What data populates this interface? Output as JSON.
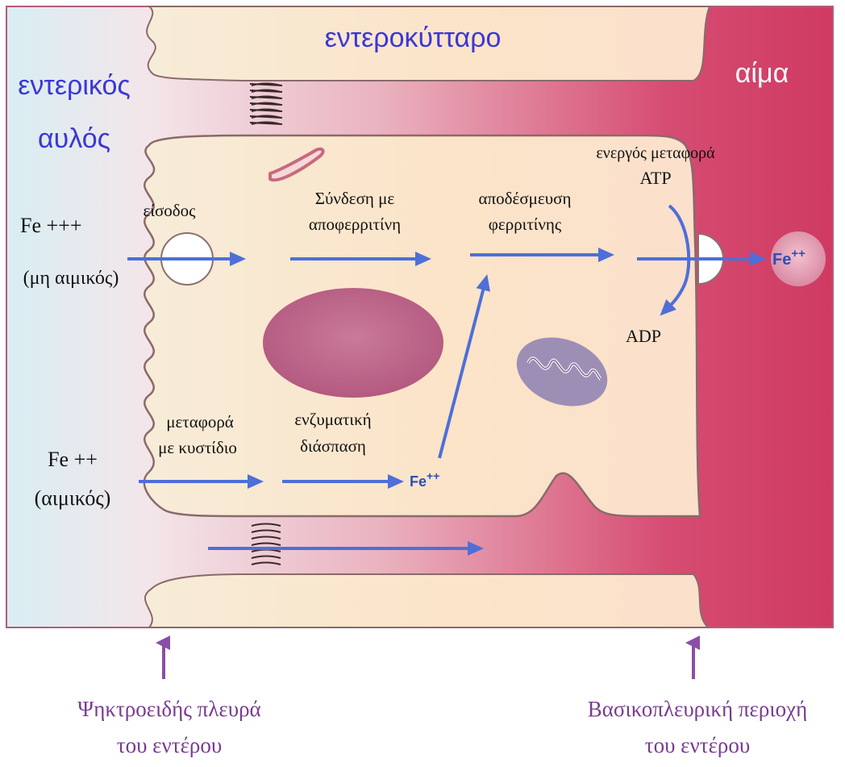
{
  "labels": {
    "enterocyte": "εντεροκύτταρο",
    "lumen_line1": "εντερικός",
    "lumen_line2": "αυλός",
    "blood": "αίμα",
    "entry": "είσοδος",
    "fe3": "Fe +++",
    "non_heme": "(μη αιμικός)",
    "binding_line1": "Σύνδεση με",
    "binding_line2": "αποφερριτίνη",
    "release_line1": "αποδέσμευση",
    "release_line2": "φερριτίνης",
    "active_transport": "ενεργός μεταφορά",
    "atp": "ATP",
    "adp": "ADP",
    "fe2_blood_base": "Fe",
    "fe2_blood_sup": "++",
    "vesicle_line1": "μεταφορά",
    "vesicle_line2": "με κυστίδιο",
    "fe2": "Fe ++",
    "heme": "(αιμικός)",
    "enzymatic_line1": "ενζυματική",
    "enzymatic_line2": "διάσπαση",
    "fe2_cell_base": "Fe",
    "fe2_cell_sup": "++",
    "apical_line1": "Ψηκτροειδής πλευρά",
    "apical_line2": "του εντέρου",
    "basolateral_line1": "Βασικοπλευρική περιοχή",
    "basolateral_line2": "του εντέρου"
  },
  "colors": {
    "lumen": "#d7ecf2",
    "blood": "#d43d65",
    "cell": "#f9e2c6",
    "arrow": "#4e6fd8",
    "label_blue": "#3b37d6",
    "label_purple": "#7a3b92"
  }
}
